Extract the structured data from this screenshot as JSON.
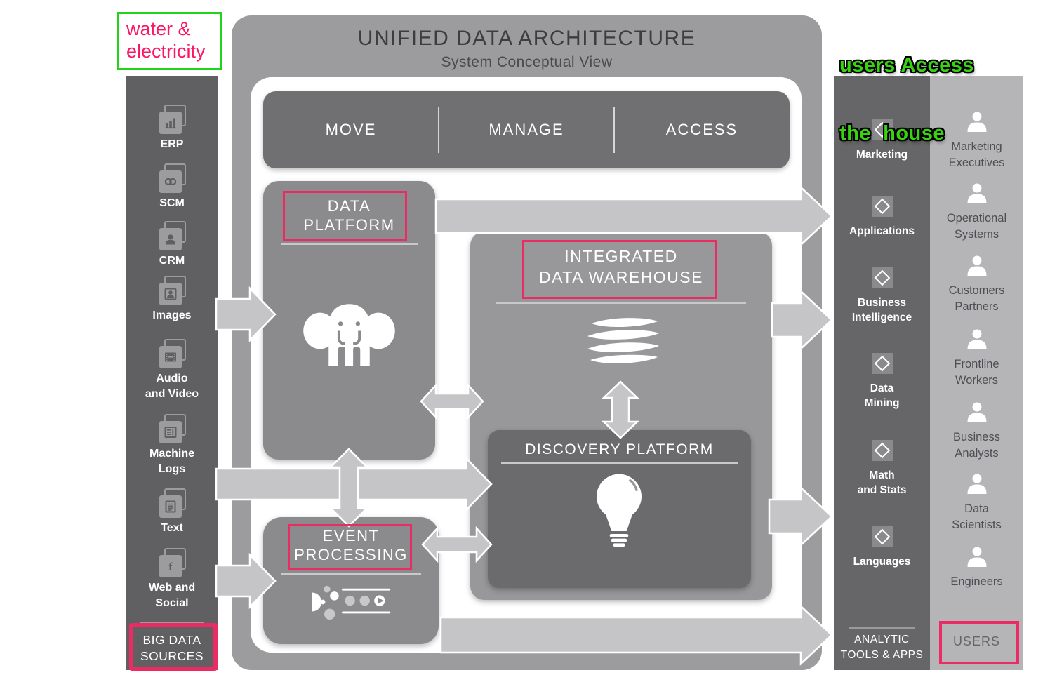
{
  "annotations": {
    "water_electricity": {
      "lines": [
        "water &",
        "electricity"
      ]
    },
    "users_access": {
      "lines": [
        "users Access",
        "the  house"
      ]
    }
  },
  "header": {
    "title": "UNIFIED DATA ARCHITECTURE",
    "subtitle": "System Conceptual View"
  },
  "process_bar": {
    "items": [
      {
        "label": "MOVE"
      },
      {
        "label": "MANAGE"
      },
      {
        "label": "ACCESS"
      }
    ]
  },
  "boxes": {
    "data_platform": {
      "lines": [
        "DATA",
        "PLATFORM"
      ],
      "icon": "elephant-hadoop"
    },
    "integrated_data_warehouse": {
      "lines": [
        "INTEGRATED",
        "DATA WAREHOUSE"
      ],
      "icon": "teradata-stack"
    },
    "discovery_platform": {
      "lines": [
        "DISCOVERY PLATFORM"
      ],
      "icon": "lightbulb"
    },
    "event_processing": {
      "lines": [
        "EVENT",
        "PROCESSING"
      ],
      "icon": "event-stream-dots"
    }
  },
  "left_sidebar": {
    "items": [
      {
        "lines": [
          "ERP"
        ],
        "icon": "bar-chart"
      },
      {
        "lines": [
          "SCM"
        ],
        "icon": "linked-circles"
      },
      {
        "lines": [
          "CRM"
        ],
        "icon": "person-card"
      },
      {
        "lines": [
          "Images"
        ],
        "icon": "portrait"
      },
      {
        "lines": [
          "Audio",
          "and Video"
        ],
        "icon": "film-strip"
      },
      {
        "lines": [
          "Machine",
          "Logs"
        ],
        "icon": "log-document"
      },
      {
        "lines": [
          "Text"
        ],
        "icon": "text-document"
      },
      {
        "lines": [
          "Web and",
          "Social"
        ],
        "icon": "facebook"
      }
    ],
    "footer": {
      "lines": [
        "BIG DATA",
        "SOURCES"
      ]
    }
  },
  "tools_sidebar": {
    "icon": "diamond",
    "items": [
      {
        "lines": [
          "Marketing"
        ]
      },
      {
        "lines": [
          "Applications"
        ]
      },
      {
        "lines": [
          "Business",
          "Intelligence"
        ]
      },
      {
        "lines": [
          "Data",
          "Mining"
        ]
      },
      {
        "lines": [
          "Math",
          "and Stats"
        ]
      },
      {
        "lines": [
          "Languages"
        ]
      }
    ],
    "footer": {
      "lines": [
        "ANALYTIC",
        "TOOLS & APPS"
      ]
    }
  },
  "users_column": {
    "icon": "person",
    "items": [
      {
        "lines": [
          "Marketing",
          "Executives"
        ]
      },
      {
        "lines": [
          "Operational",
          "Systems"
        ]
      },
      {
        "lines": [
          "Customers",
          "Partners"
        ]
      },
      {
        "lines": [
          "Frontline",
          "Workers"
        ]
      },
      {
        "lines": [
          "Business",
          "Analysts"
        ]
      },
      {
        "lines": [
          "Data",
          "Scientists"
        ]
      },
      {
        "lines": [
          "Engineers"
        ]
      }
    ],
    "footer": {
      "label": "USERS"
    }
  },
  "colors": {
    "highlight_pink": "#ec2a63",
    "annotation_pink_text": "#fd1566",
    "annotation_green_text": "#38d310",
    "annotation_green_border": "#21d41b",
    "arrow_gray": "#c5c5c7",
    "panel_gray": "#9c9c9e",
    "dark_gray": "#606062"
  }
}
